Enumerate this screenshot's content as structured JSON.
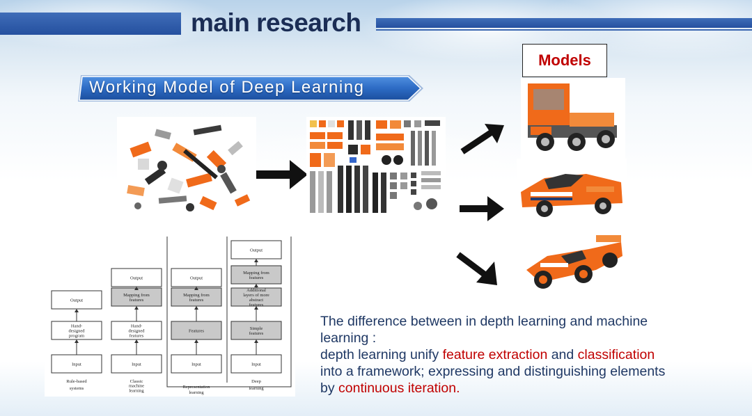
{
  "header": {
    "title": "main research"
  },
  "banner": {
    "label": "Working Model of Deep Learning"
  },
  "models": {
    "label": "Models"
  },
  "pictures": {
    "scattered_bricks": "scattered lego bricks",
    "sorted_bricks": "sorted lego bricks",
    "model_truck": "orange lego truck",
    "model_car": "orange lego sports car",
    "model_racer": "orange lego race car"
  },
  "diagram": {
    "columns": [
      {
        "label_line1": "Rule-based",
        "label_line2": "systems",
        "boxes": [
          "Input",
          "Hand-|designed|program",
          "Output"
        ]
      },
      {
        "label_line1": "Classic",
        "label_line2": "machine|learning",
        "boxes": [
          "Input",
          "Hand-|designed|features",
          "Mapping from|features",
          "Output"
        ]
      },
      {
        "boxes": [
          "Input",
          "Features",
          "Mapping from|features",
          "Output"
        ]
      },
      {
        "label_line1": "Deep",
        "label_line2": "learning",
        "boxes": [
          "Input",
          "Simple|features",
          "Additional|layers of more|abstract|features",
          "Mapping from|features",
          "Output"
        ]
      }
    ],
    "group_label_line1": "Representation",
    "group_label_line2": "learning"
  },
  "description": {
    "line1": "The difference between in depth learning and machine",
    "line2": "learning :",
    "line3_a": "depth learning unify ",
    "line3_b": "feature extraction",
    "line3_c": " and ",
    "line3_d": "classification",
    "line4": "into a framework; expressing and distinguishing elements",
    "line5_a": "by ",
    "line5_b": "continuous iteration."
  },
  "colors": {
    "title": "#1b2d55",
    "bar": "#2a56a5",
    "banner": "#2d6bc4",
    "text_blue": "#1f3864",
    "text_red": "#c00000",
    "lego_orange": "#f06a1a"
  }
}
